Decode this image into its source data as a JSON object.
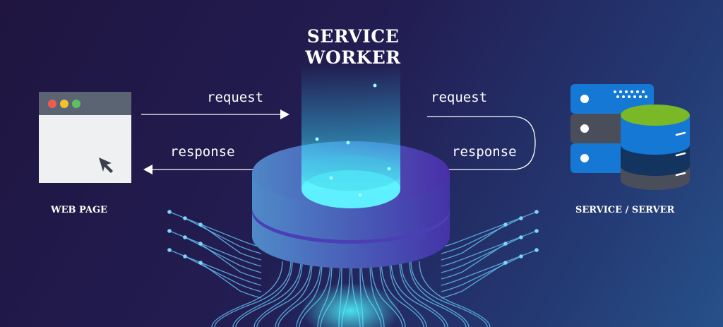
{
  "title": {
    "line1": "SERVICE",
    "line2": "WORKER"
  },
  "left": {
    "request": "request",
    "response": "response",
    "caption": "WEB PAGE"
  },
  "right": {
    "request": "request",
    "response": "response",
    "caption": "SERVICE / SERVER"
  },
  "colors": {
    "cyan": "#5ff0ff",
    "disk": "#4a3fb0",
    "server_blue": "#1478d4",
    "server_gray": "#4a4d5a",
    "db_green": "#7ab828",
    "db_navy": "#13345e"
  }
}
